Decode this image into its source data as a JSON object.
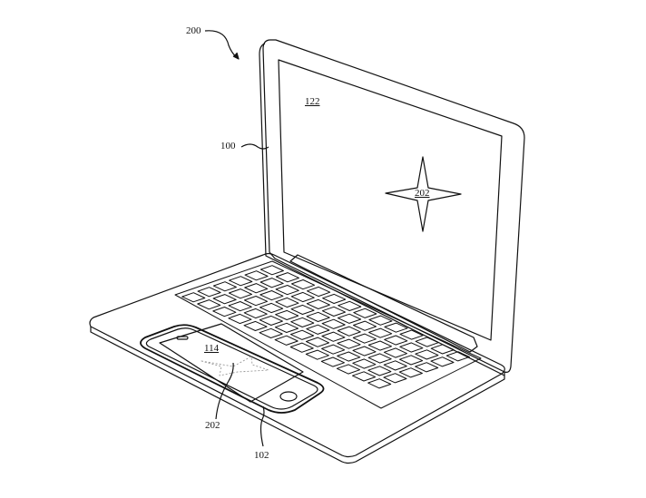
{
  "figure": {
    "labels": {
      "system": "200",
      "laptop": "100",
      "laptop_display": "122",
      "star_on_display": "202",
      "phone_display": "114",
      "star_on_phone": "202",
      "phone": "102"
    },
    "keyboard": {
      "rows": 6,
      "columns": 13
    }
  }
}
